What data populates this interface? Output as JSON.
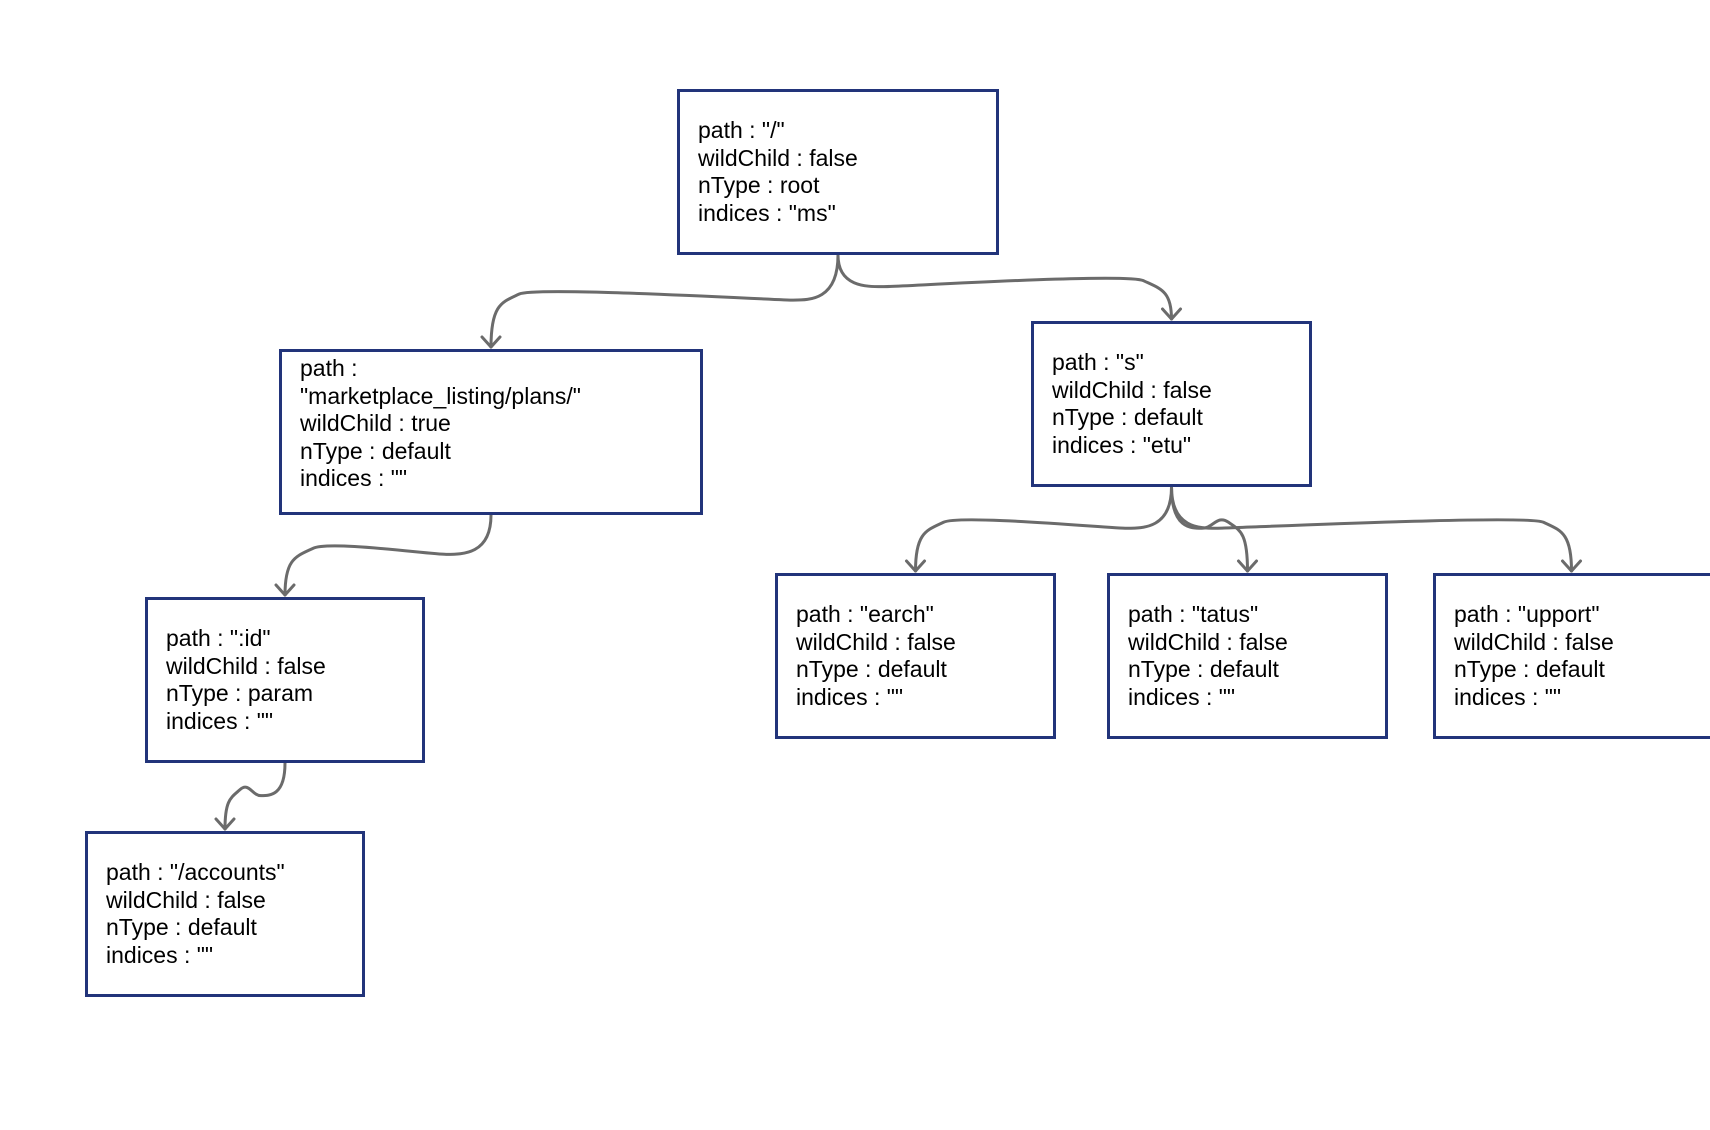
{
  "nodes": [
    {
      "id": "root",
      "lines": [
        "path : \"/\"",
        "wildChild : false",
        "nType : root",
        "indices : \"ms\""
      ]
    },
    {
      "id": "marketplace",
      "lines": [
        "path : \"marketplace_listing/plans/\"",
        "wildChild : true",
        "nType : default",
        "indices : \"\""
      ]
    },
    {
      "id": "s",
      "lines": [
        "path : \"s\"",
        "wildChild : false",
        "nType : default",
        "indices : \"etu\""
      ]
    },
    {
      "id": "id",
      "lines": [
        "path : \":id\"",
        "wildChild : false",
        "nType : param",
        "indices : \"\""
      ]
    },
    {
      "id": "accounts",
      "lines": [
        "path : \"/accounts\"",
        "wildChild : false",
        "nType : default",
        "indices : \"\""
      ]
    },
    {
      "id": "earch",
      "lines": [
        "path : \"earch\"",
        "wildChild : false",
        "nType : default",
        "indices : \"\""
      ]
    },
    {
      "id": "tatus",
      "lines": [
        "path : \"tatus\"",
        "wildChild : false",
        "nType : default",
        "indices : \"\""
      ]
    },
    {
      "id": "upport",
      "lines": [
        "path : \"upport\"",
        "wildChild : false",
        "nType : default",
        "indices : \"\""
      ]
    }
  ],
  "edges": [
    {
      "from": "root",
      "to": "marketplace"
    },
    {
      "from": "root",
      "to": "s"
    },
    {
      "from": "marketplace",
      "to": "id"
    },
    {
      "from": "id",
      "to": "accounts"
    },
    {
      "from": "s",
      "to": "earch"
    },
    {
      "from": "s",
      "to": "tatus"
    },
    {
      "from": "s",
      "to": "upport"
    }
  ],
  "colors": {
    "border": "#22347a",
    "edge": "#6b6b6b",
    "text": "#000000",
    "background": "#ffffff"
  }
}
